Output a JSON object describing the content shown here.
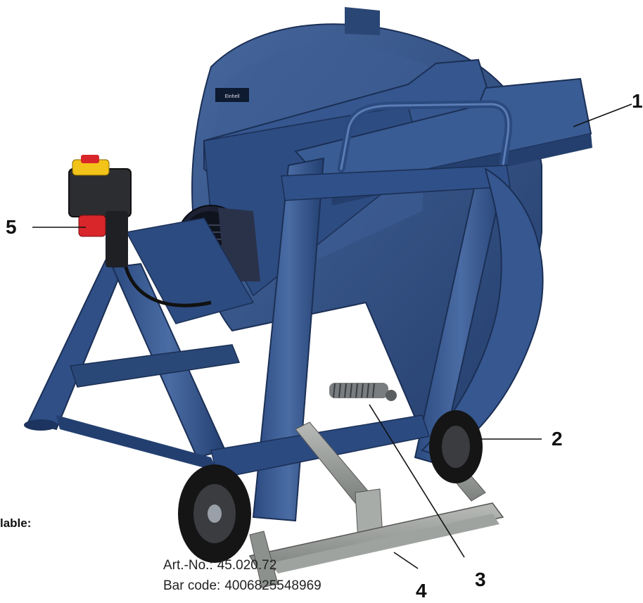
{
  "callouts": {
    "c1": "1",
    "c2": "2",
    "c3": "3",
    "c4": "4",
    "c5": "5"
  },
  "availability": {
    "heading": "lable:"
  },
  "info": {
    "art_label": "Art.-No.:",
    "art_value": "45.020.72",
    "bar_label": "Bar code:",
    "bar_value": "4006825548969"
  },
  "brand": {
    "logo_text": "Einhell"
  },
  "colors": {
    "machine_blue": "#2f4f86",
    "machine_dark": "#1d3460",
    "steel_grey": "#9a9e9a",
    "switch_yellow": "#f2c318",
    "switch_red": "#d8262b"
  }
}
